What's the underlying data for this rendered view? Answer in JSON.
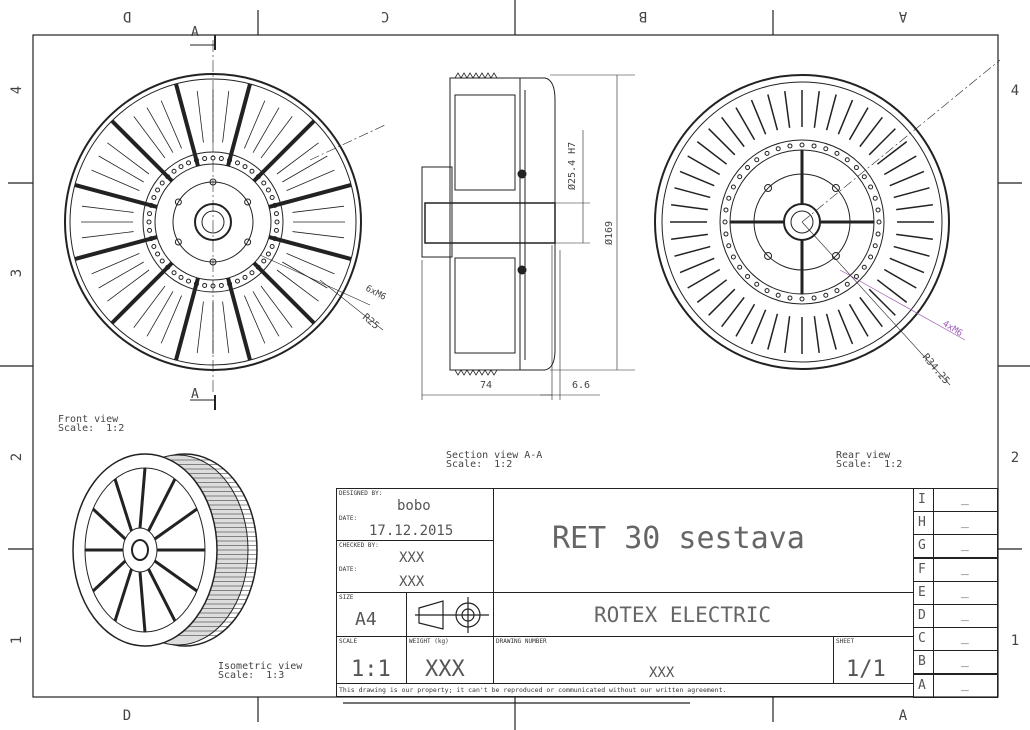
{
  "zones": {
    "columns": [
      "D",
      "C",
      "B",
      "A"
    ],
    "rows": [
      "4",
      "3",
      "2",
      "1"
    ]
  },
  "views": {
    "front": {
      "title": "Front view",
      "scale": "Scale:  1:2",
      "section_marker": "A",
      "dim_holes": "6xM6",
      "dim_radius": "R25"
    },
    "section": {
      "title": "Section view A-A",
      "scale": "Scale:  1:2",
      "dim_bore": "Ø25.4 H7",
      "dim_diameter": "Ø169",
      "dim_width": "74",
      "dim_offset": "6.6"
    },
    "rear": {
      "title": "Rear view",
      "scale": "Scale:  1:2",
      "dim_holes": "4xM6",
      "dim_radius": "R34.25"
    },
    "isometric": {
      "title": "Isometric view",
      "scale": "Scale:  1:3"
    }
  },
  "title_block": {
    "designed_by_label": "DESIGNED BY:",
    "designed_by": "bobo",
    "date_label": "DATE:",
    "design_date": "17.12.2015",
    "checked_by_label": "CHECKED BY:",
    "checked_by": "XXX",
    "check_date_label": "DATE:",
    "check_date": "XXX",
    "size_label": "SIZE",
    "size": "A4",
    "title": "RET 30 sestava",
    "company": "ROTEX ELECTRIC",
    "scale_label": "SCALE",
    "scale": "1:1",
    "weight_label": "WEIGHT (kg)",
    "weight": "XXX",
    "drawing_number_label": "DRAWING NUMBER",
    "drawing_number": "XXX",
    "sheet_label": "SHEET",
    "sheet": "1/1",
    "notice": "This drawing is our property; it can't be reproduced or communicated without our written agreement.",
    "revisions": [
      {
        "letter": "I",
        "value": "_"
      },
      {
        "letter": "H",
        "value": "_"
      },
      {
        "letter": "G",
        "value": "_"
      },
      {
        "letter": "F",
        "value": "_"
      },
      {
        "letter": "E",
        "value": "_"
      },
      {
        "letter": "D",
        "value": "_"
      },
      {
        "letter": "C",
        "value": "_"
      },
      {
        "letter": "B",
        "value": "_"
      },
      {
        "letter": "A",
        "value": "_"
      }
    ]
  },
  "colors": {
    "line": "#222222",
    "dimension_accent": "#9b59b6"
  }
}
